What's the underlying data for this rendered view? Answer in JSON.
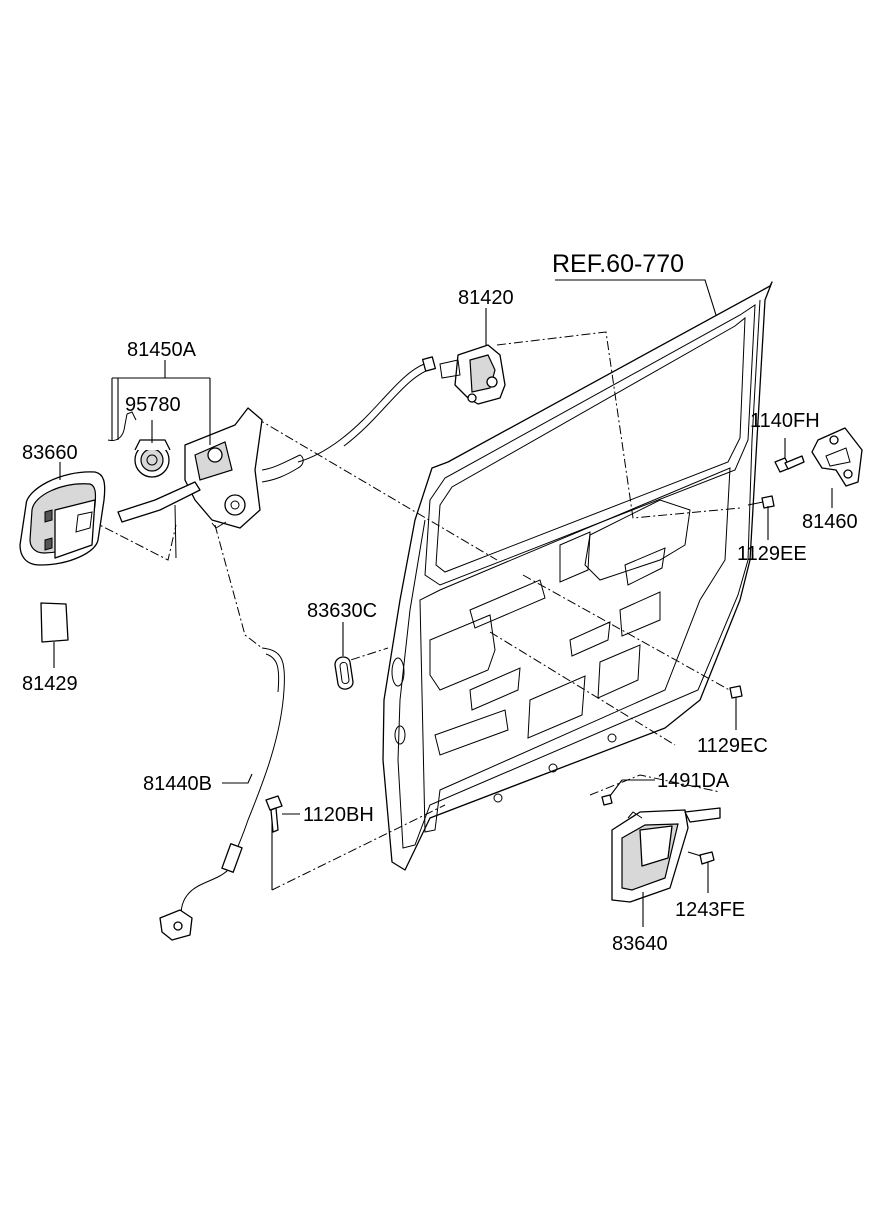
{
  "labels": {
    "ref": "REF.60-770",
    "p81420": "81420",
    "p81450A": "81450A",
    "p95780": "95780",
    "p83660": "83660",
    "p81429": "81429",
    "p83630C": "83630C",
    "p81440B": "81440B",
    "p1120BH": "1120BH",
    "p1140FH": "1140FH",
    "p81460": "81460",
    "p1129EE": "1129EE",
    "p1129EC": "1129EC",
    "p1491DA": "1491DA",
    "p1243FE": "1243FE",
    "p83640": "83640"
  }
}
